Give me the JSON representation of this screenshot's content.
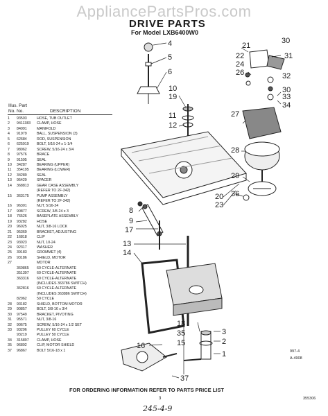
{
  "watermark": "AppliancePartsPros.com",
  "title": "DRIVE PARTS",
  "subtitle": "For Model LXB6400W0",
  "table": {
    "illus_label": "Illus. Part",
    "col_no": "No.",
    "col_part_no": "No.",
    "col_desc": "DESCRIPTION",
    "rows": [
      {
        "no": "1",
        "pn": "93503",
        "desc": "HOSE, TUB OUTLET"
      },
      {
        "no": "2",
        "pn": "9411383",
        "desc": "CLAMP, HOSE"
      },
      {
        "no": "3",
        "pn": "84091",
        "desc": "MANIFOLD"
      },
      {
        "no": "4",
        "pn": "91979",
        "desc": "BALL, SUSPENSION (3)"
      },
      {
        "no": "5",
        "pn": "62684",
        "desc": "ROD, SUSPENSION"
      },
      {
        "no": "6",
        "pn": "625919",
        "desc": "BOLT, 5/16-24 x 1-1/4"
      },
      {
        "no": "7",
        "pn": "98062",
        "desc": "SCREW, 5/16-24 x 3/4"
      },
      {
        "no": "8",
        "pn": "97576",
        "desc": "BRACE"
      },
      {
        "no": "9",
        "pn": "91595",
        "desc": "SEAL"
      },
      {
        "no": "10",
        "pn": "34287",
        "desc": "BEARING (UPPER)"
      },
      {
        "no": "11",
        "pn": "354195",
        "desc": "BEARING (LOWER)"
      },
      {
        "no": "12",
        "pn": "34289",
        "desc": "SEAL"
      },
      {
        "no": "13",
        "pn": "95429",
        "desc": "SPACER"
      },
      {
        "no": "14",
        "pn": "368813",
        "desc": "GEAR CASE ASSEMBLY"
      },
      {
        "no": "",
        "pn": "",
        "desc": "(REFER TO 2F-342)"
      },
      {
        "no": "15",
        "pn": "363175",
        "desc": "PUMP ASSEMBLY"
      },
      {
        "no": "",
        "pn": "",
        "desc": "(REFER TO 2F-342)"
      },
      {
        "no": "16",
        "pn": "96301",
        "desc": "NUT, 5/16-24"
      },
      {
        "no": "17",
        "pn": "90877",
        "desc": "SCREW, 3/8-24 x 3"
      },
      {
        "no": "18",
        "pn": "76526",
        "desc": "BASEPLATE ASSEMBLY"
      },
      {
        "no": "19",
        "pn": "93282",
        "desc": "HOSE"
      },
      {
        "no": "20",
        "pn": "96025",
        "desc": "NUT, 3/8-16 LOCK"
      },
      {
        "no": "21",
        "pn": "95369",
        "desc": "BRACKET, ADJUSTING"
      },
      {
        "no": "22",
        "pn": "16818",
        "desc": "CLIP"
      },
      {
        "no": "23",
        "pn": "93023",
        "desc": "NUT, 10-24"
      },
      {
        "no": "24",
        "pn": "92317",
        "desc": "WASHER"
      },
      {
        "no": "25",
        "pn": "39183",
        "desc": "GROMMET (4)"
      },
      {
        "no": "26",
        "pn": "93186",
        "desc": "SHIELD, MOTOR"
      },
      {
        "no": "27",
        "pn": "",
        "desc": "MOTOR"
      },
      {
        "no": "",
        "pn": "360865",
        "desc": "60 CYCLE-ALTERNATE"
      },
      {
        "no": "",
        "pn": "351397",
        "desc": "60 CYCLE-ALTERNATE"
      },
      {
        "no": "",
        "pn": "363316",
        "desc": "60 CYCLE-ALTERNATE"
      },
      {
        "no": "",
        "pn": "",
        "desc": "(INCLUDES 363786 SWITCH)"
      },
      {
        "no": "",
        "pn": "362816",
        "desc": "60 CYCLE-ALTERNATE"
      },
      {
        "no": "",
        "pn": "",
        "desc": "(INCLUDES 363886 SWITCH)"
      },
      {
        "no": "",
        "pn": "82062",
        "desc": "50 CYCLE"
      },
      {
        "no": "28",
        "pn": "93182",
        "desc": "SHIELD, BOTTOM MOTOR"
      },
      {
        "no": "29",
        "pn": "90857",
        "desc": "BOLT, 3/8-16 x 3/4"
      },
      {
        "no": "30",
        "pn": "97549",
        "desc": "BRACKET, PIVOTING"
      },
      {
        "no": "31",
        "pn": "95571",
        "desc": "NUT, 3/8-16"
      },
      {
        "no": "32",
        "pn": "90675",
        "desc": "SCREW, 5/16-24 x 1/2 SET"
      },
      {
        "no": "33",
        "pn": "93296",
        "desc": "PULLEY 60 CYCLE"
      },
      {
        "no": "",
        "pn": "93219",
        "desc": "PULLEY 50 CYCLE"
      },
      {
        "no": "34",
        "pn": "315897",
        "desc": "CLAMP, HOSE"
      },
      {
        "no": "35",
        "pn": "96892",
        "desc": "CLIP, MOTOR SHIELD"
      },
      {
        "no": "37",
        "pn": "96867",
        "desc": "BOLT 5/16-18 x 1"
      }
    ]
  },
  "callouts": {
    "c30": "30",
    "c21": "21",
    "c31": "31",
    "c22": "22",
    "c24": "24",
    "c26": "26",
    "c32": "32",
    "c33": "33",
    "c34": "34",
    "c4": "4",
    "c5": "5",
    "c6": "6",
    "c10": "10",
    "c19": "19",
    "c11": "11",
    "c12": "12",
    "c27": "27",
    "c28": "28",
    "c29": "29",
    "c36": "36",
    "c20": "20",
    "c23": "23",
    "c8": "8",
    "c9": "9",
    "c17": "17",
    "c13": "13",
    "c14": "14",
    "c16": "16",
    "c18": "18",
    "c35": "35",
    "c15": "15",
    "c3": "3",
    "c2": "2",
    "c1": "1",
    "c37": "37"
  },
  "figure_code": "A-4908",
  "figure_ref": "997-4",
  "footer": "FOR ORDERING INFORMATION REFER TO PARTS PRICE LIST",
  "page_number": "3",
  "doc_number": "355306",
  "handwritten_note": "245-4-9"
}
